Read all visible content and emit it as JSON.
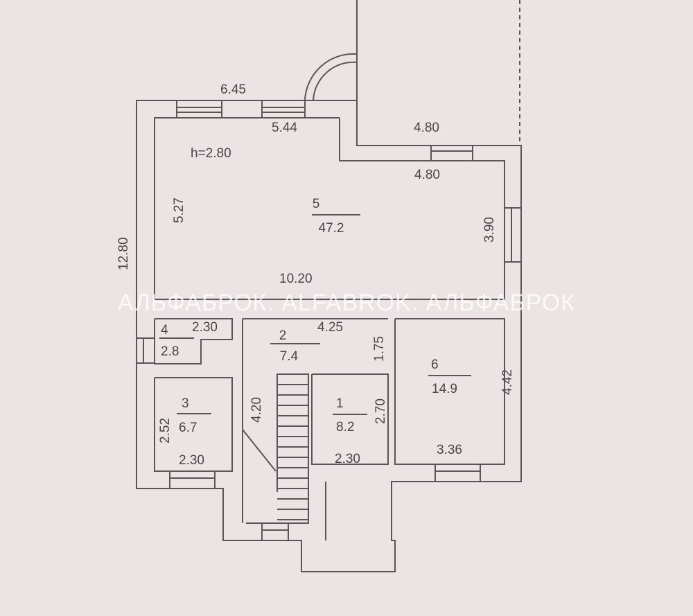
{
  "plan": {
    "overall_length": "12.80",
    "top_width": "6.45",
    "ceiling_height": "h=2.80",
    "terrace_width": "4.80",
    "rooms": [
      {
        "number": "5",
        "area": "47.2",
        "dims": [
          "5.44",
          "4.80",
          "5.27",
          "3.90",
          "10.20"
        ]
      },
      {
        "number": "4",
        "area": "2.8",
        "dims": [
          "2.30"
        ]
      },
      {
        "number": "2",
        "area": "7.4",
        "dims": [
          "4.25",
          "1.75",
          "4.20"
        ]
      },
      {
        "number": "3",
        "area": "6.7",
        "dims": [
          "2.52",
          "2.30"
        ]
      },
      {
        "number": "1",
        "area": "8.2",
        "dims": [
          "2.70",
          "2.30"
        ]
      },
      {
        "number": "6",
        "area": "14.9",
        "dims": [
          "4.42",
          "3.36"
        ]
      }
    ]
  },
  "watermark": "АЛЬФАБРОК. ALFABROK. АЛЬФАБРОК"
}
